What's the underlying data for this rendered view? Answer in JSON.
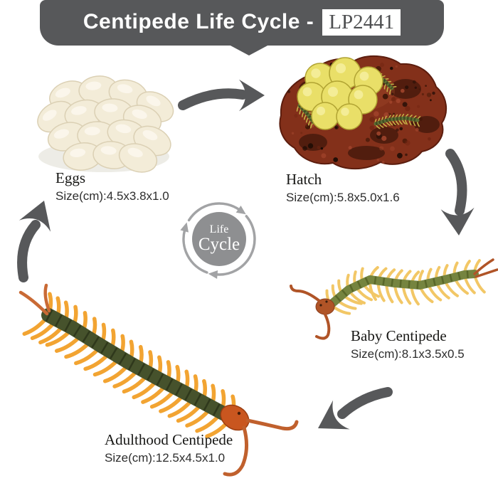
{
  "banner": {
    "title": "Centipede Life Cycle -",
    "code": "LP2441"
  },
  "center_logo": {
    "line1": "Life",
    "line2": "Cycle"
  },
  "stages": [
    {
      "name": "Eggs",
      "size": "Size(cm):4.5x3.8x1.0"
    },
    {
      "name": "Hatch",
      "size": "Size(cm):5.8x5.0x1.6"
    },
    {
      "name": "Baby Centipede",
      "size": "Size(cm):8.1x3.5x0.5"
    },
    {
      "name": "Adulthood Centipede",
      "size": "Size(cm):12.5x4.5x1.0"
    }
  ],
  "arrows": [
    "eggs-to-hatch",
    "hatch-to-baby-centipede",
    "baby-to-adulthood-centipede",
    "adulthood-to-eggs"
  ],
  "colors": {
    "banner": "#57585a",
    "arrow": "#57585a",
    "logo_circle": "#8e8f91",
    "logo_ring": "#a2a3a5",
    "egg_cream": "#f3ecd8",
    "hatch_rock": "#83301a",
    "hatch_eggs": "#e9df68",
    "baby_body": "#75843f",
    "baby_legs": "#f2c766",
    "adult_body": "#46522c",
    "adult_legs": "#f2a432",
    "head_orange": "#c9561f"
  }
}
